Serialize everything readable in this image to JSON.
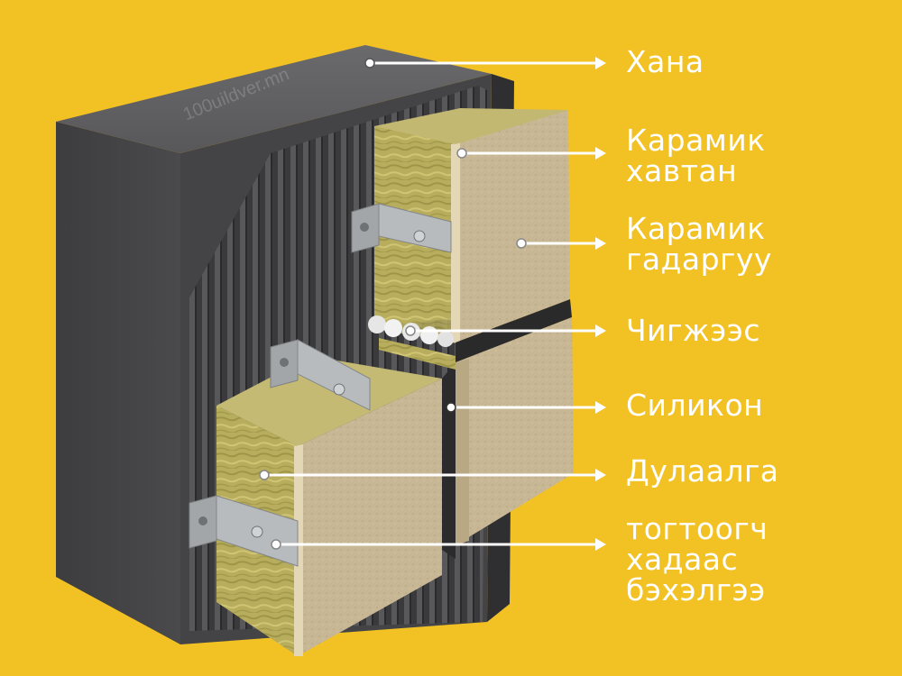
{
  "watermark": "100uildver.mn",
  "labels": [
    {
      "id": "wall",
      "lines": [
        "Хана"
      ]
    },
    {
      "id": "ceramic-tile",
      "lines": [
        "Карамик",
        "хавтан"
      ]
    },
    {
      "id": "ceramic-surface",
      "lines": [
        "Карамик",
        "гадаргуу"
      ]
    },
    {
      "id": "sealant",
      "lines": [
        "Чигжээс"
      ]
    },
    {
      "id": "silicone",
      "lines": [
        "Силикон"
      ]
    },
    {
      "id": "insulation",
      "lines": [
        "Дулаалга"
      ]
    },
    {
      "id": "bracket",
      "lines": [
        "тогтоогч",
        "хадаас",
        "бэхэлгээ"
      ]
    }
  ],
  "colors": {
    "background": "#F2C123",
    "wall": "#4A4A4C",
    "wall_top": "#5C5C5E",
    "insulation": "#B8AE5E",
    "tile_face": "#C7B693",
    "tile_edge": "#DCCDA8",
    "bracket": "#A9ACAF",
    "text": "#FFFFFF"
  }
}
